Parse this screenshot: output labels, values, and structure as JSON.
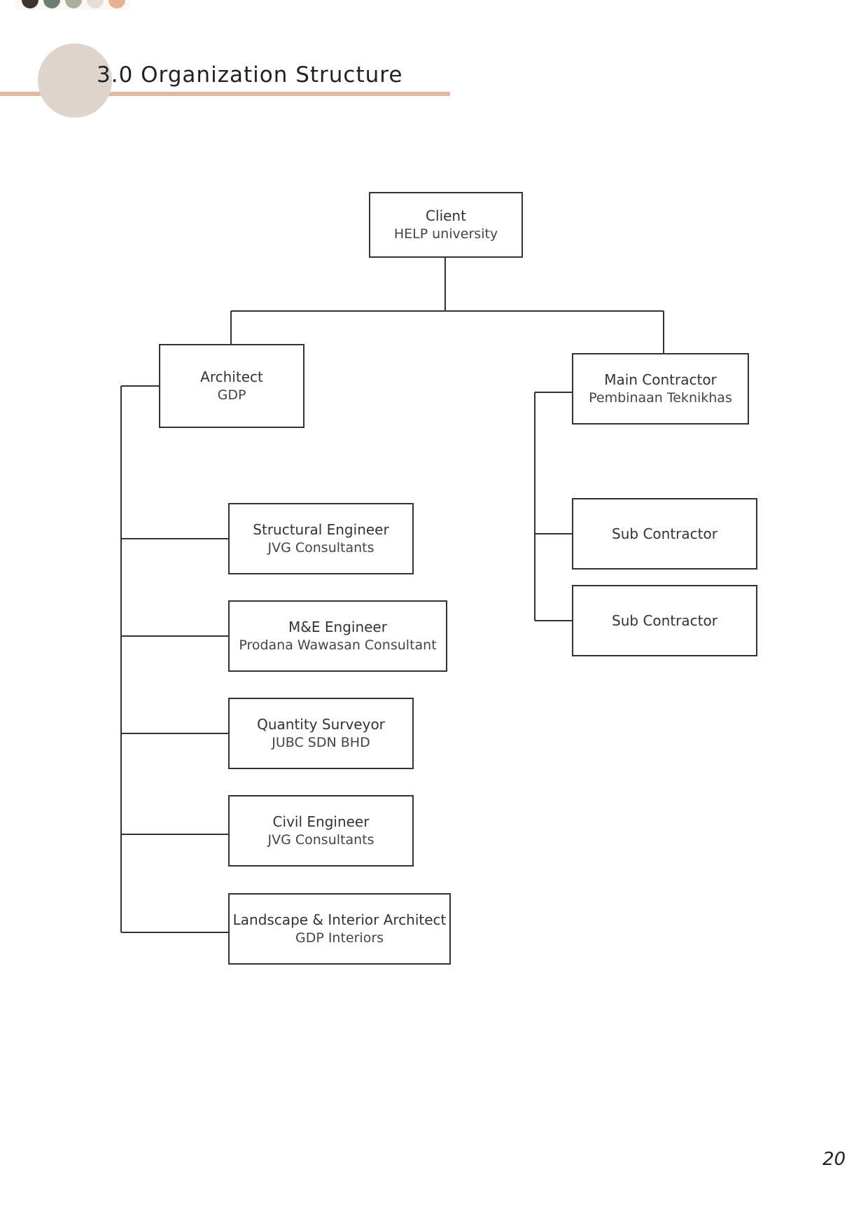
{
  "header": {
    "title": "3.0 Organization Structure",
    "colors": {
      "underline": "#e2b9a2",
      "circle": "#ddd4ce",
      "swatches": [
        "#3b352c",
        "#707d77",
        "#a9b09b",
        "#e5dcd4",
        "#e8b194"
      ]
    }
  },
  "org_chart": {
    "client": {
      "role": "Client",
      "org": "HELP university"
    },
    "architect": {
      "role": "Architect",
      "org": "GDP"
    },
    "main_contractor": {
      "role": "Main Contractor",
      "org": "Pembinaan Teknikhas"
    },
    "consultants": [
      {
        "role": "Structural Engineer",
        "org": "JVG Consultants"
      },
      {
        "role": "M&E Engineer",
        "org": "Prodana Wawasan Consultant"
      },
      {
        "role": "Quantity Surveyor",
        "org": "JUBC SDN BHD"
      },
      {
        "role": "Civil Engineer",
        "org": "JVG Consultants"
      },
      {
        "role": "Landscape & Interior Architect",
        "org": "GDP Interiors"
      }
    ],
    "sub_contractors": [
      {
        "role": "Sub Contractor"
      },
      {
        "role": "Sub Contractor"
      }
    ]
  },
  "footer": {
    "page_number": "20"
  }
}
